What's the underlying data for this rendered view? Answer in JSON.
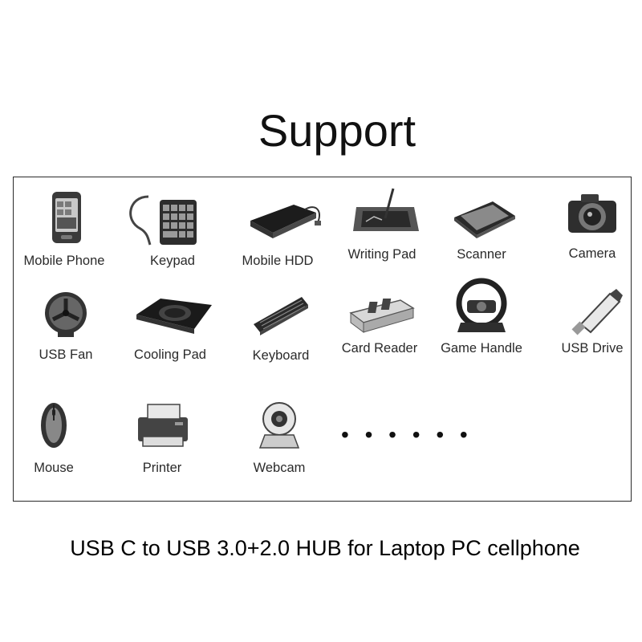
{
  "header": {
    "title": "Support"
  },
  "devices": {
    "mobile_phone": {
      "label": "Mobile Phone",
      "icon": "mobile-phone-icon"
    },
    "keypad": {
      "label": "Keypad",
      "icon": "keypad-icon"
    },
    "mobile_hdd": {
      "label": "Mobile HDD",
      "icon": "external-hdd-icon"
    },
    "writing_pad": {
      "label": "Writing Pad",
      "icon": "writing-pad-icon"
    },
    "scanner": {
      "label": "Scanner",
      "icon": "scanner-icon"
    },
    "camera": {
      "label": "Camera",
      "icon": "camera-icon"
    },
    "usb_fan": {
      "label": "USB Fan",
      "icon": "usb-fan-icon"
    },
    "cooling_pad": {
      "label": "Cooling Pad",
      "icon": "cooling-pad-icon"
    },
    "keyboard": {
      "label": "Keyboard",
      "icon": "keyboard-icon"
    },
    "card_reader": {
      "label": "Card Reader",
      "icon": "card-reader-icon"
    },
    "game_handle": {
      "label": "Game Handle",
      "icon": "steering-wheel-icon"
    },
    "usb_drive": {
      "label": "USB Drive",
      "icon": "usb-drive-icon"
    },
    "mouse": {
      "label": "Mouse",
      "icon": "mouse-icon"
    },
    "printer": {
      "label": "Printer",
      "icon": "printer-icon"
    },
    "webcam": {
      "label": "Webcam",
      "icon": "webcam-icon"
    }
  },
  "ellipsis": "• • • • • •",
  "footer": {
    "caption": "USB C to USB 3.0+2.0 HUB for Laptop PC cellphone"
  }
}
